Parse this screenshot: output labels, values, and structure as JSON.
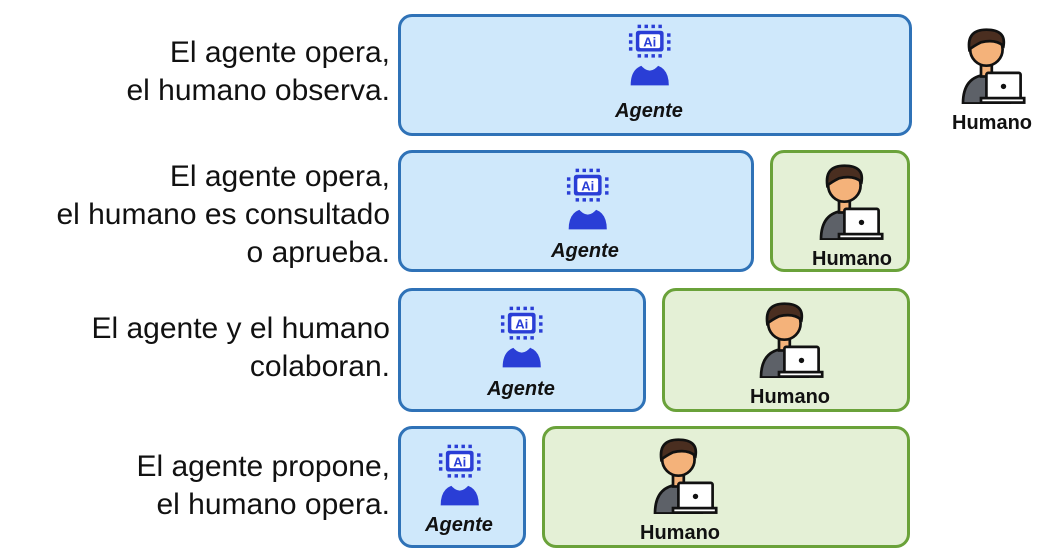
{
  "rows": [
    {
      "text_line1": "El agente opera,",
      "text_line2": "el humano observa.",
      "text_line3": ""
    },
    {
      "text_line1": "El agente opera,",
      "text_line2": "el humano es consultado",
      "text_line3": "o aprueba."
    },
    {
      "text_line1": "El agente y el humano",
      "text_line2": "colaboran.",
      "text_line3": ""
    },
    {
      "text_line1": "El agente propone,",
      "text_line2": "el humano opera.",
      "text_line3": ""
    }
  ],
  "labels": {
    "agent": "Agente",
    "human": "Humano"
  },
  "icons": {
    "agent": "ai-robot-icon",
    "human": "person-laptop-icon"
  },
  "colors": {
    "agent_fill": "#cfe8fb",
    "agent_border": "#2f72b7",
    "human_fill": "#e4f0d6",
    "human_border": "#6aa23a",
    "ai_icon": "#2a3ed6"
  }
}
